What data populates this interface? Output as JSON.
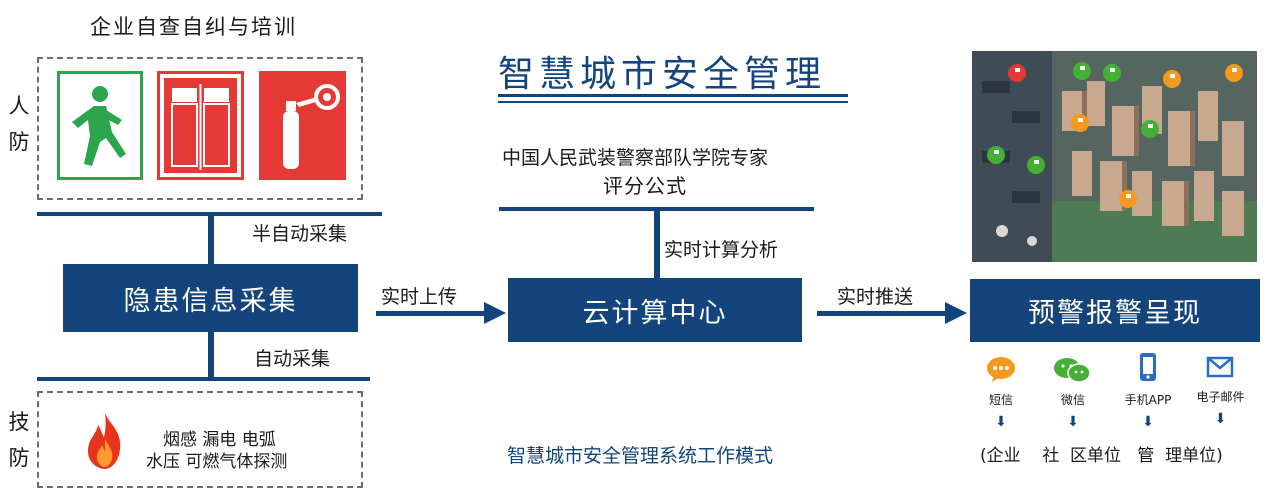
{
  "top_left": {
    "title": "企业自查自纠与培训"
  },
  "side_labels": {
    "renfang": "人\n防",
    "jifang": "技\n防"
  },
  "labels": {
    "semi_auto": "半自动采集",
    "auto": "自动采集",
    "realtime_upload": "实时上传",
    "realtime_calc": "实时计算分析",
    "realtime_push": "实时推送"
  },
  "boxes": {
    "collect": "隐患信息采集",
    "cloud": "云计算中心",
    "warning": "预警报警呈现"
  },
  "main_title": "智慧城市安全管理",
  "expert": {
    "line1": "中国人民武装警察部队学院专家",
    "line2": "评分公式"
  },
  "sensors": {
    "line1": "烟感 漏电 电弧",
    "line2": "水压 可燃气体探测"
  },
  "caption": "智慧城市安全管理系统工作模式",
  "channels": [
    {
      "label": "短信",
      "color": "#f39a1e"
    },
    {
      "label": "微信",
      "color": "#44b035"
    },
    {
      "label": "手机APP",
      "color": "#2b6cc4"
    },
    {
      "label": "电子邮件",
      "color": "#2b6cc4"
    }
  ],
  "targets": "(企业    社  区单位   管  理单位)"
}
